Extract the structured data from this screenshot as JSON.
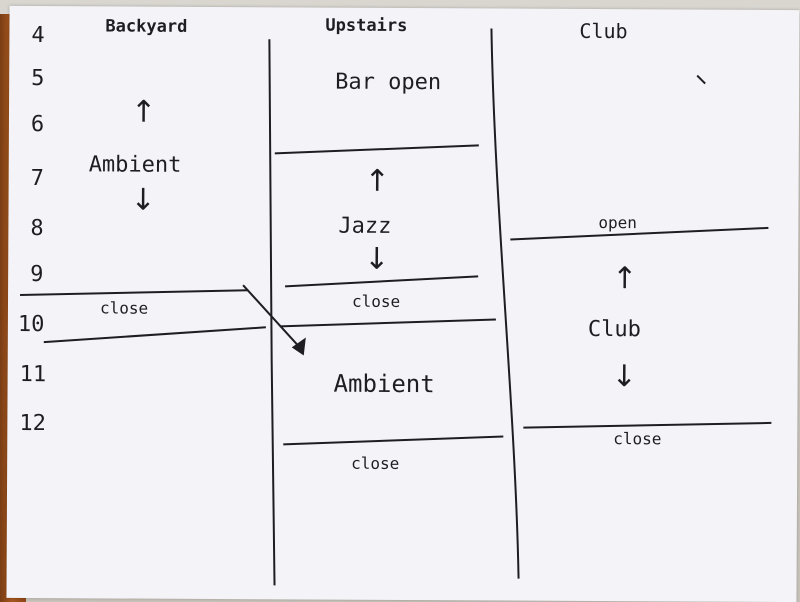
{
  "hours": [
    "4",
    "5",
    "6",
    "7",
    "8",
    "9",
    "10",
    "11",
    "12"
  ],
  "columns": {
    "backyard": {
      "title": "Backyard",
      "segments": [
        "Ambient",
        "close"
      ]
    },
    "upstairs": {
      "title": "Upstairs",
      "segments": [
        "Bar open",
        "Jazz",
        "close",
        "Ambient",
        "close"
      ]
    },
    "club": {
      "title": "Club",
      "segments": [
        "open",
        "Club",
        "close"
      ]
    }
  },
  "icons": {
    "up": "up-arrow-icon",
    "down": "down-arrow-icon",
    "connector": "diagonal-arrow-icon"
  },
  "colors": {
    "paper": "#f4f3f7",
    "ink": "#1d1d22",
    "wood": "#a8581f"
  }
}
